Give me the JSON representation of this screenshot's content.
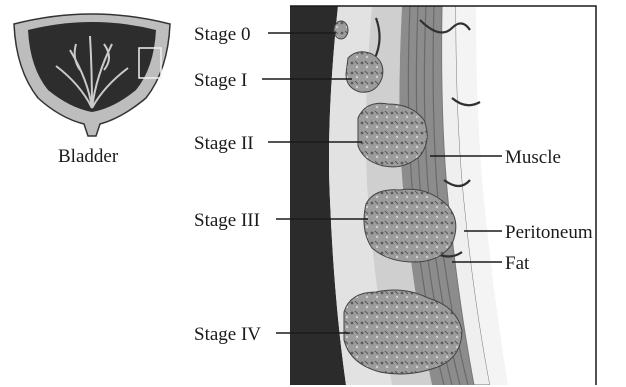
{
  "bladder_label": "Bladder",
  "stages": [
    {
      "label": "Stage 0"
    },
    {
      "label": "Stage I"
    },
    {
      "label": "Stage II"
    },
    {
      "label": "Stage III"
    },
    {
      "label": "Stage IV"
    }
  ],
  "layers": [
    {
      "label": "Muscle"
    },
    {
      "label": "Peritoneum"
    },
    {
      "label": "Fat"
    }
  ],
  "colors": {
    "ink": "#1a1a1a",
    "lumen": "#2b2b2b",
    "wall_light": "#d8d8d8",
    "muscle": "#8a8a8a",
    "tumor": "#9a9a9a",
    "vessel": "#303030"
  }
}
